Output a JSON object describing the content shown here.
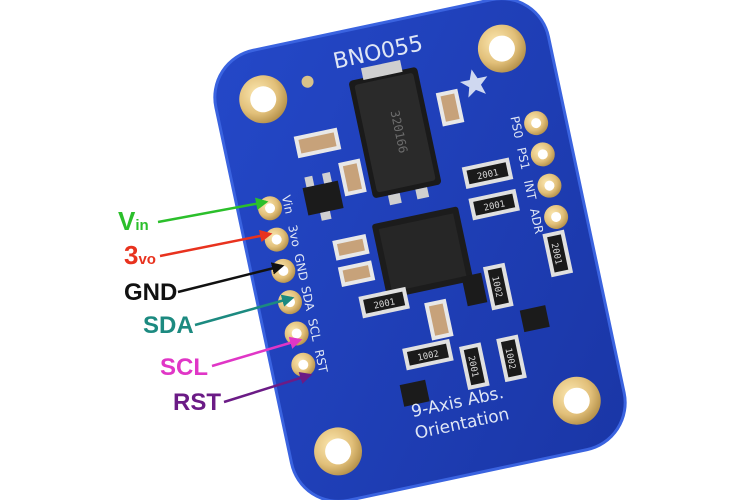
{
  "board": {
    "name": "BNO055",
    "chip_marking": "320166",
    "subtitle_line1": "9-Axis Abs.",
    "subtitle_line2": "Orientation",
    "colors": {
      "pcb": "#1d3fb8",
      "pcb_edge": "#2f56d4",
      "gold": "#e2c07a",
      "silk": "#dfe6f5"
    },
    "left_header_silk": [
      "Vin",
      "3vo",
      "GND",
      "SDA",
      "SCL",
      "RST"
    ],
    "right_header_silk": [
      "PS0",
      "PS1",
      "INT",
      "ADR"
    ],
    "resistor_markings": [
      "2001",
      "2001",
      "2001",
      "1002",
      "1002",
      "1002",
      "2001",
      "2001"
    ],
    "star_icon": "adafruit-star-logo"
  },
  "pins": [
    {
      "main": "V",
      "sub": "in",
      "color": "#2bbf2b"
    },
    {
      "main": "3",
      "sub": "vo",
      "color": "#e8321e"
    },
    {
      "main": "GND",
      "sub": "",
      "color": "#111111"
    },
    {
      "main": "SDA",
      "sub": "",
      "color": "#1c8a80"
    },
    {
      "main": "SCL",
      "sub": "",
      "color": "#e036c6"
    },
    {
      "main": "RST",
      "sub": "",
      "color": "#6b1b86"
    }
  ]
}
